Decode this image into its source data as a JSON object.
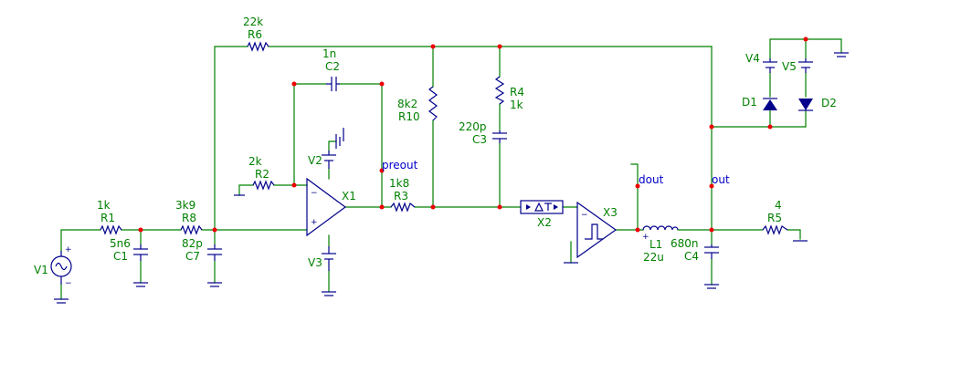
{
  "components": {
    "V1": {
      "ref": "V1"
    },
    "R1": {
      "ref": "R1",
      "value": "1k"
    },
    "C1": {
      "ref": "C1",
      "value": "5n6"
    },
    "R8": {
      "ref": "R8",
      "value": "3k9"
    },
    "C7": {
      "ref": "C7",
      "value": "82p"
    },
    "R6": {
      "ref": "R6",
      "value": "22k"
    },
    "R2": {
      "ref": "R2",
      "value": "2k"
    },
    "C2": {
      "ref": "C2",
      "value": "1n"
    },
    "V2": {
      "ref": "V2"
    },
    "V3": {
      "ref": "V3"
    },
    "X1": {
      "ref": "X1"
    },
    "R3": {
      "ref": "R3",
      "value": "1k8"
    },
    "R10": {
      "ref": "R10",
      "value": "8k2"
    },
    "R4": {
      "ref": "R4",
      "value": "1k"
    },
    "C3": {
      "ref": "C3",
      "value": "220p"
    },
    "X2": {
      "ref": "X2"
    },
    "X3": {
      "ref": "X3"
    },
    "L1": {
      "ref": "L1",
      "value": "22u"
    },
    "C4": {
      "ref": "C4",
      "value": "680n"
    },
    "R5": {
      "ref": "R5",
      "value": "4"
    },
    "V4": {
      "ref": "V4"
    },
    "V5": {
      "ref": "V5"
    },
    "D1": {
      "ref": "D1"
    },
    "D2": {
      "ref": "D2"
    }
  },
  "nets": {
    "preout": "preout",
    "dout": "dout",
    "out": "out"
  },
  "colors": {
    "wire": "#008000",
    "component": "#00008B",
    "node": "#ee0000",
    "label": "#008000",
    "net_label": "#0000cc",
    "background": "#ffffff"
  }
}
